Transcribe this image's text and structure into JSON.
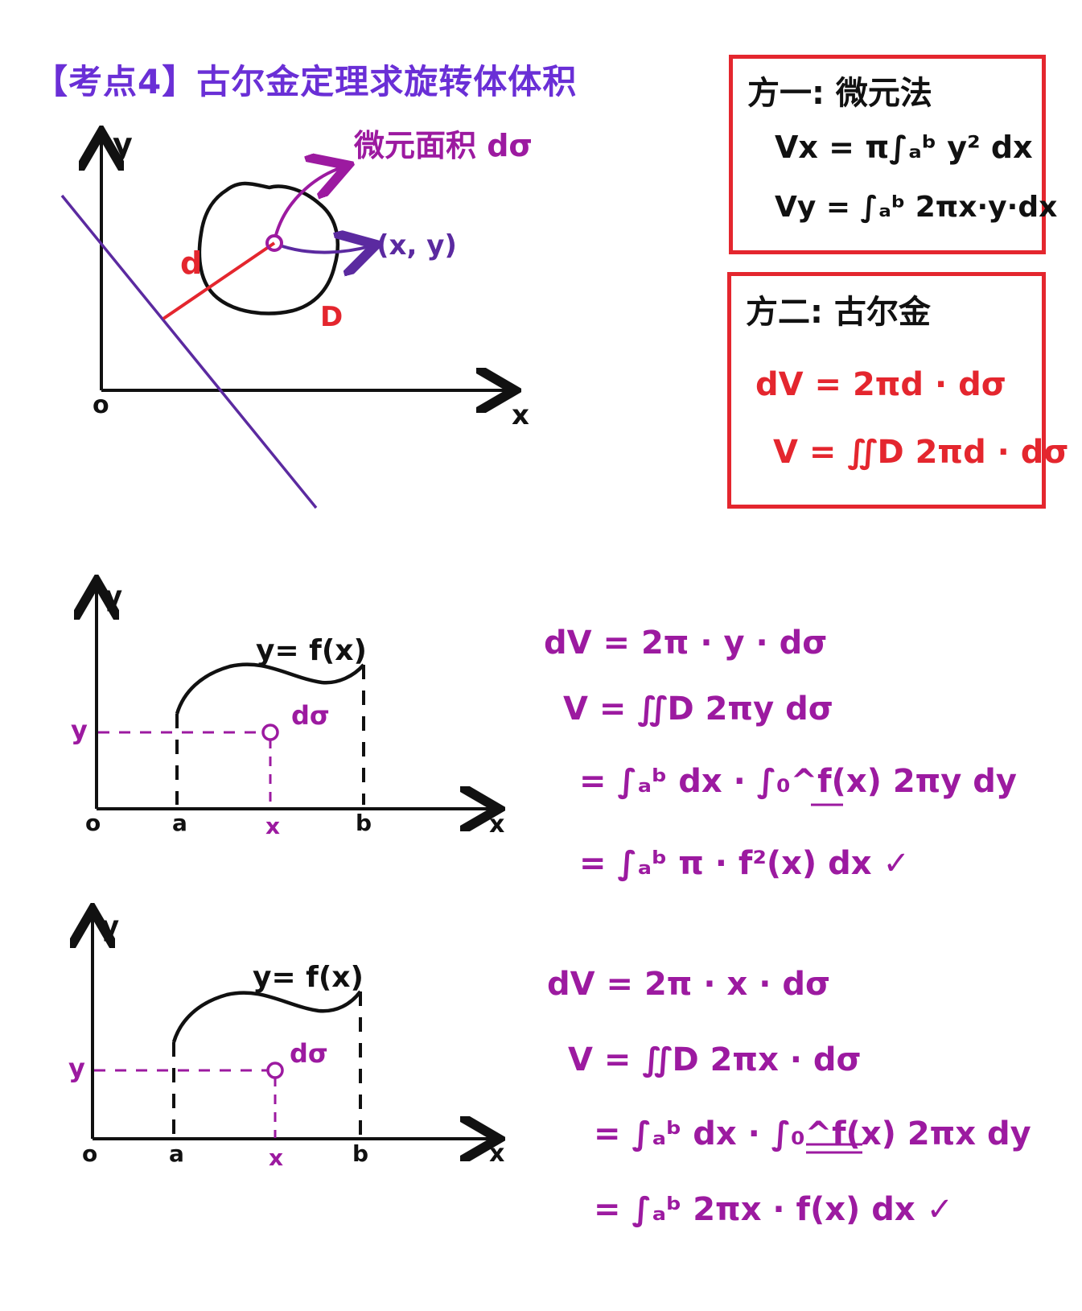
{
  "title": "【考点4】古尔金定理求旋转体体积",
  "diagram1": {
    "y_axis": "y",
    "x_axis": "x",
    "origin": "o",
    "label_d": "d",
    "label_D": "D",
    "label_area": "微元面积 dσ",
    "label_point": "(x, y)"
  },
  "method1": {
    "heading": "方一: 微元法",
    "line1": "Vx = π∫ₐᵇ y² dx",
    "line2": "Vy = ∫ₐᵇ 2πx·y·dx"
  },
  "method2": {
    "heading": "方二: 古尔金",
    "line1": "dV = 2πd · dσ",
    "line2": "V = ∬D 2πd · dσ"
  },
  "diagram2": {
    "curve_label": "y= f(x)",
    "y_axis": "y",
    "x_axis": "x",
    "origin": "o",
    "a": "a",
    "b": "b",
    "x_mark": "x",
    "y_mark": "y",
    "dsigma": "dσ"
  },
  "formulas2": [
    "dV = 2π · y · dσ",
    "V = ∬D 2πy dσ",
    "= ∫ₐᵇ dx · ∫₀^f(x) 2πy dy",
    "= ∫ₐᵇ π · f²(x) dx ✓"
  ],
  "diagram3": {
    "curve_label": "y= f(x)",
    "y_axis": "y",
    "x_axis": "x",
    "origin": "o",
    "a": "a",
    "b": "b",
    "x_mark": "x",
    "y_mark": "y",
    "dsigma": "dσ"
  },
  "formulas3": [
    "dV = 2π · x · dσ",
    "V = ∬D 2πx · dσ",
    "= ∫ₐᵇ dx · ∫₀^f(x) 2πx dy",
    "= ∫ₐᵇ 2πx · f(x) dx ✓"
  ],
  "colors": {
    "title": "#6a2fd6",
    "box": "#e4262e",
    "formula": "#9c1aa0",
    "red": "#e4262e",
    "purple_line": "#5b2aa0",
    "black": "#111111"
  }
}
